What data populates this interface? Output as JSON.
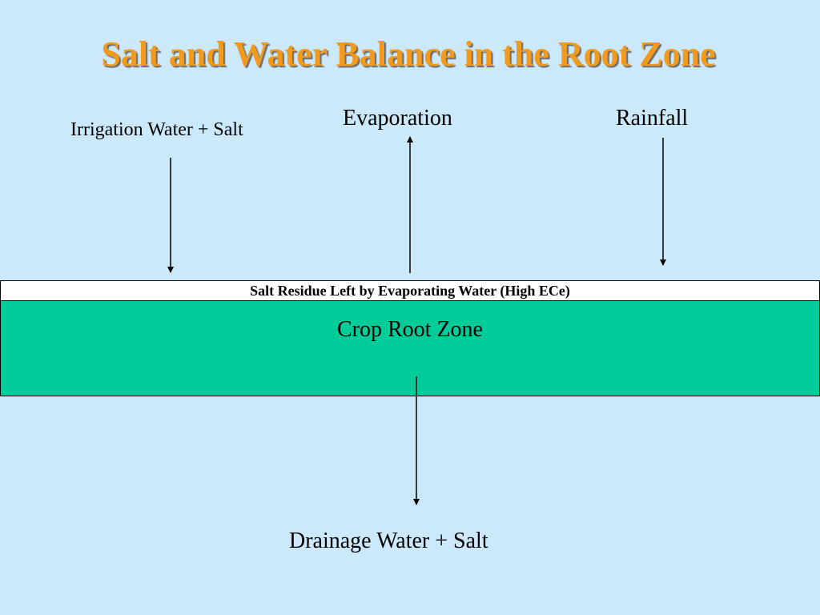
{
  "title": "Salt and Water Balance in the Root Zone",
  "labels": {
    "irrigation": "Irrigation Water + Salt",
    "evaporation": "Evaporation",
    "rainfall": "Rainfall",
    "drainage": "Drainage Water + Salt"
  },
  "layers": {
    "residue": "Salt Residue Left by Evaporating Water (High ECe)",
    "root_zone": "Crop Root Zone"
  },
  "colors": {
    "background": "#cce9fb",
    "title": "#f29a1e",
    "root_zone": "#00cc99",
    "residue_band": "#ffffff"
  }
}
